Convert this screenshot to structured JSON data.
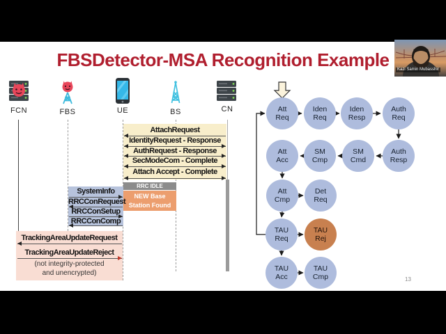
{
  "title": "FBSDetector-MSA Recognition Example",
  "page_number": "13",
  "webcam": {
    "name": "Kazi Samin Mubasshir"
  },
  "entities": [
    {
      "label": "FCN"
    },
    {
      "label": "FBS"
    },
    {
      "label": "UE"
    },
    {
      "label": "BS"
    },
    {
      "label": "CN"
    }
  ],
  "sequence": {
    "attach_block": {
      "messages": [
        "AttachRequest",
        "IdentityRequest - Response",
        "AuthRequest - Response",
        "SecModeCom - Complete",
        "Attach Accept - Complete"
      ]
    },
    "status": {
      "rrc_idle": "RRC IDLE",
      "new_base_line1": "NEW Base",
      "new_base_line2": "Station Found"
    },
    "rrc_block": {
      "messages": [
        "SystemInfo",
        "RRCConRequest",
        "RRCConSetup",
        "RRCConComp"
      ]
    },
    "tau_block": {
      "messages": [
        "TrackingAreaUpdateRequest",
        "TrackingAreaUpdateReject"
      ],
      "note_line1": "(not integrity-protected",
      "note_line2": "and unencrypted)"
    }
  },
  "fsm": {
    "states": [
      {
        "line1": "Att",
        "line2": "Req"
      },
      {
        "line1": "Iden",
        "line2": "Req"
      },
      {
        "line1": "Iden",
        "line2": "Resp"
      },
      {
        "line1": "Auth",
        "line2": "Req"
      },
      {
        "line1": "Auth",
        "line2": "Resp"
      },
      {
        "line1": "SM",
        "line2": "Cmd"
      },
      {
        "line1": "SM",
        "line2": "Cmp"
      },
      {
        "line1": "Att",
        "line2": "Acc"
      },
      {
        "line1": "Att",
        "line2": "Cmp"
      },
      {
        "line1": "Det",
        "line2": "Req"
      },
      {
        "line1": "TAU",
        "line2": "Req"
      },
      {
        "line1": "TAU",
        "line2": "Rej"
      },
      {
        "line1": "TAU",
        "line2": "Acc"
      },
      {
        "line1": "TAU",
        "line2": "Cmp"
      }
    ]
  },
  "colors": {
    "title_accent": "#B01E2E",
    "attach_block_bg": "#F8EECB",
    "rrc_block_bg": "#B7C3DC",
    "tau_block_bg": "#F9DDD3",
    "rrc_idle_bar": "#8C8C8C",
    "new_base_box": "#EC9E6E",
    "state_circle": "#AEBCDD",
    "reject_circle": "#C8804F",
    "reject_arrow": "#C0392B"
  }
}
